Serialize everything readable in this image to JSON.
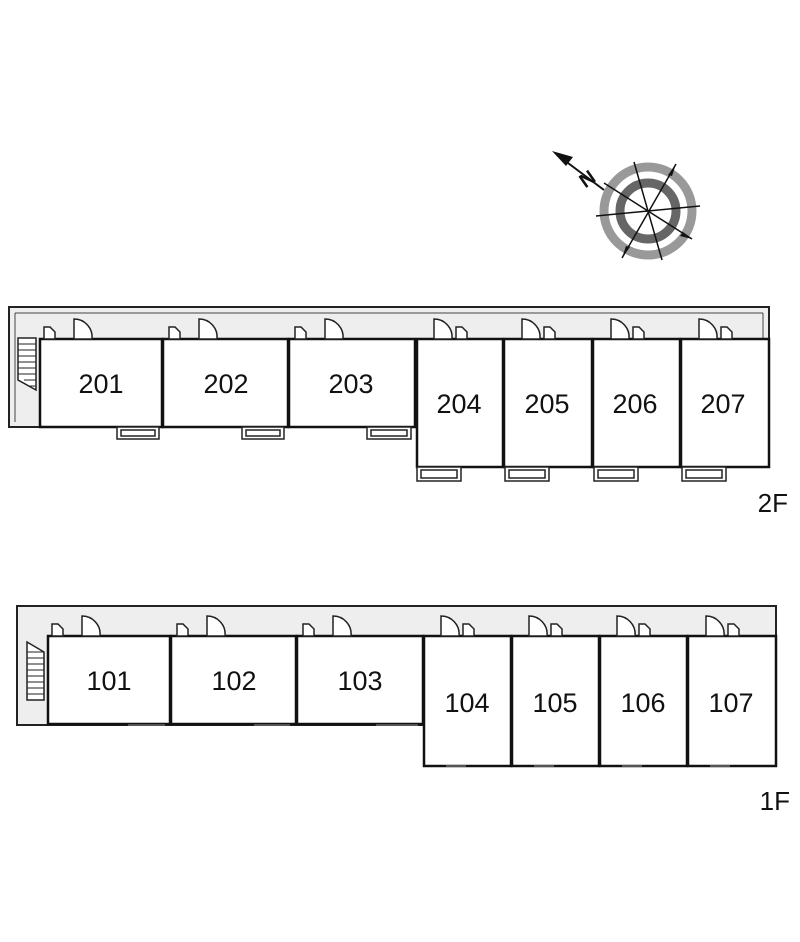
{
  "compass": {
    "north_label": "N"
  },
  "floors": [
    {
      "label": "2F",
      "rooms": [
        "201",
        "202",
        "203",
        "204",
        "205",
        "206",
        "207"
      ]
    },
    {
      "label": "1F",
      "rooms": [
        "101",
        "102",
        "103",
        "104",
        "105",
        "106",
        "107"
      ]
    }
  ],
  "colors": {
    "corridor": "#eeeeee",
    "wall": "#222222",
    "compass_ring": "#9a9a9a"
  }
}
